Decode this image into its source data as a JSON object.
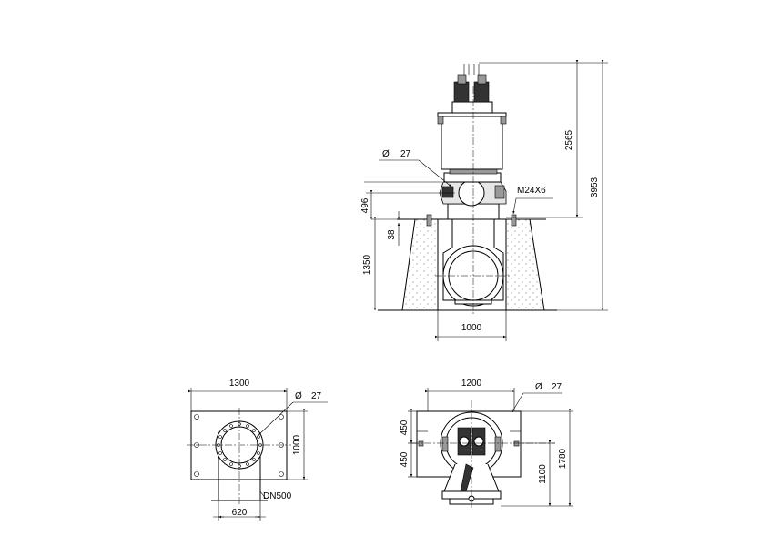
{
  "side_view": {
    "diameter_label": "Ø",
    "hole_size": "27",
    "thread": "M24X6",
    "height_total": "3953",
    "height_upper": "2565",
    "height_flange": "496",
    "offset_38": "38",
    "height_base": "1350",
    "width_base": "1000"
  },
  "base_plate_view": {
    "width": "1300",
    "diameter_label": "Ø",
    "hole_size": "27",
    "depth": "1000",
    "pipe": "DN500",
    "pipe_width": "620"
  },
  "top_view": {
    "width": "1200",
    "diameter_label": "Ø",
    "hole_size": "27",
    "half_a": "450",
    "half_b": "450",
    "dist_1100": "1100",
    "dist_1780": "1780"
  }
}
